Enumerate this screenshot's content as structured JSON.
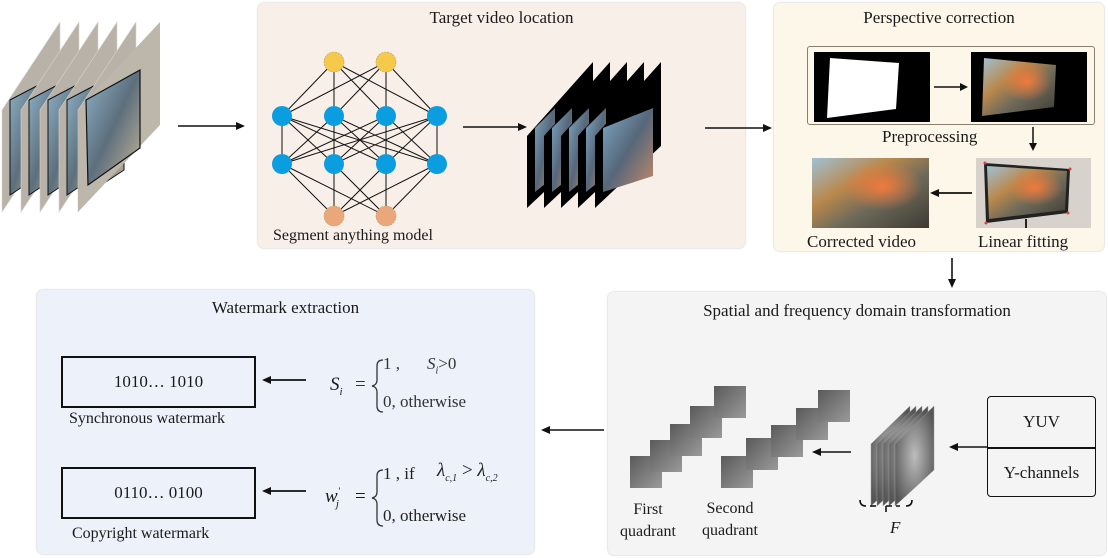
{
  "colors": {
    "target_panel_bg": "#f8efe8",
    "perspective_panel_bg": "#fcf7e8",
    "transform_panel_bg": "#f4f4f4",
    "watermark_panel_bg": "#edf1f9",
    "input_node": "#f5c94a",
    "hidden_node": "#0a9ee0",
    "output_node": "#eaa77a",
    "edge": "#111111"
  },
  "target_location": {
    "title": "Target video location",
    "model_label": "Segment anything model",
    "network_layers": [
      2,
      4,
      4,
      2
    ]
  },
  "perspective_correction": {
    "title": "Perspective correction",
    "preprocessing_label": "Preprocessing",
    "corrected_label": "Corrected video",
    "linear_fitting_label": "Linear fitting"
  },
  "transformation": {
    "title": "Spatial and frequency domain transformation",
    "first_quadrant_label_line1": "First",
    "first_quadrant_label_line2": "quadrant",
    "second_quadrant_label_line1": "Second",
    "second_quadrant_label_line2": "quadrant",
    "f_label": "F",
    "yuv_label": "YUV",
    "ychannel_label": "Y-channels"
  },
  "watermark_extraction": {
    "title": "Watermark extraction",
    "sync_bits": "1010… 1010",
    "sync_label": "Synchronous watermark",
    "copyright_bits": "0110… 0100",
    "copyright_label": "Copyright watermark",
    "eq1": {
      "lhs": "S",
      "lhs_sub": "i",
      "case1_value": "1 ,",
      "case1_cond": "S",
      "case1_cond_sub": "i",
      "case1_cond_rest": ">0",
      "case2": "0,  otherwise"
    },
    "eq2": {
      "lhs": "w",
      "lhs_sub": "j",
      "lhs_sup": "'",
      "case1_value": "1 , if",
      "case1_cond_left": "λ",
      "case1_cond_left_sub": "c,1",
      "case1_cond_op": " > ",
      "case1_cond_right": "λ",
      "case1_cond_right_sub": "c,2",
      "case2": "0,  otherwise"
    }
  }
}
